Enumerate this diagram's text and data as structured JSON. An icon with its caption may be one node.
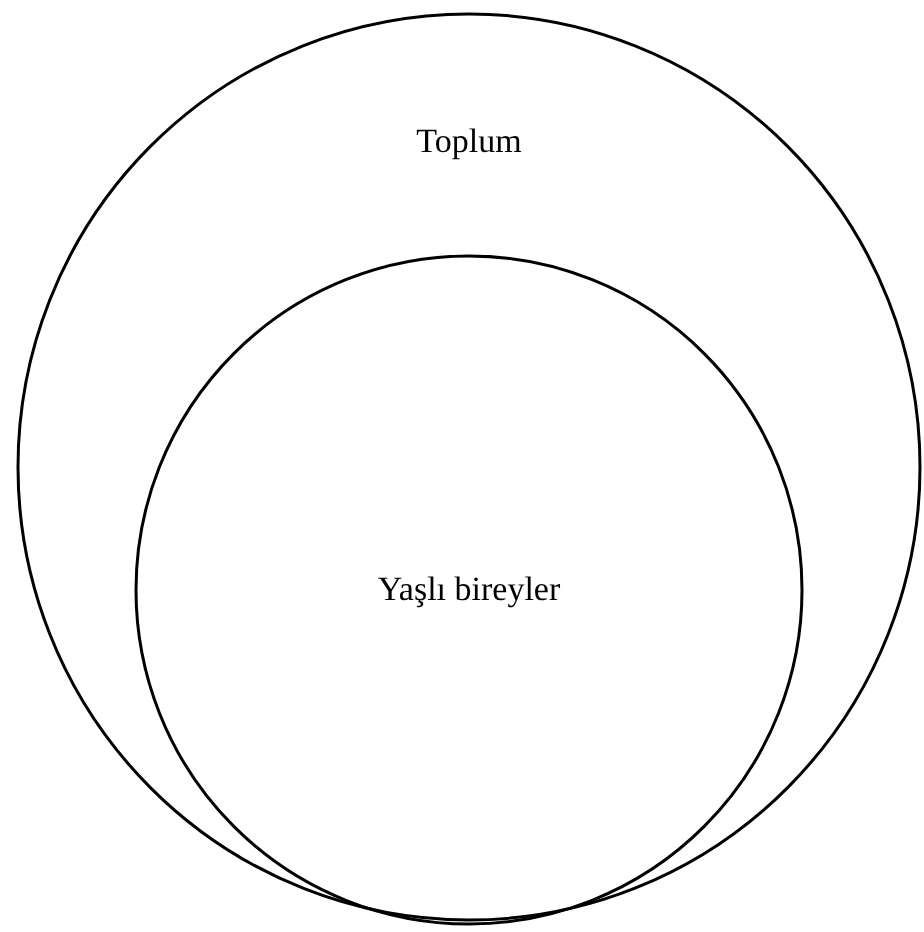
{
  "diagram": {
    "nodes": [
      {
        "text": [
          "Toplum"
        ]
      },
      {
        "text": [
          "Yaşlı bireyler"
        ],
        "in": 0
      }
    ]
  }
}
